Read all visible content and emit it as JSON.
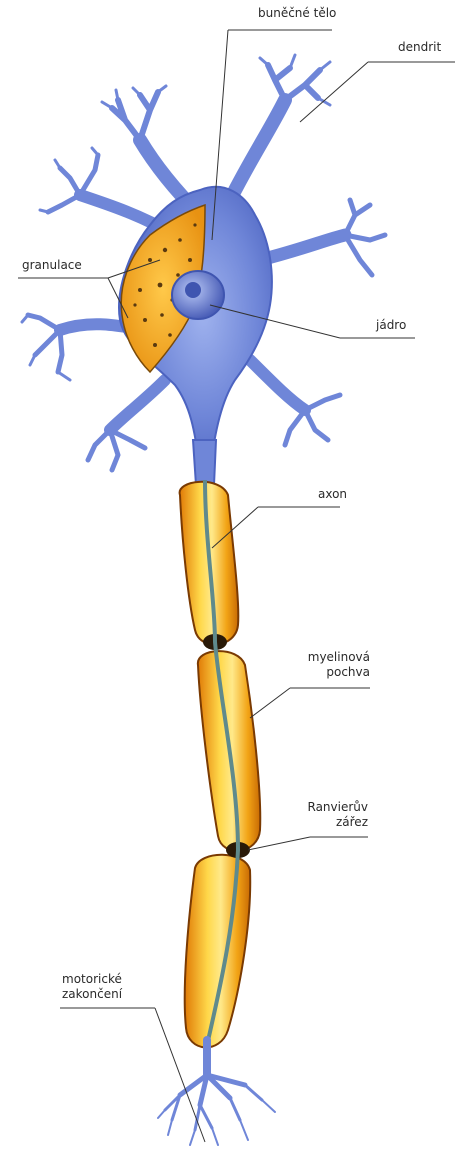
{
  "labels": {
    "cell_body": "buněčné tělo",
    "dendrite": "dendrit",
    "granules": "granulace",
    "nucleus": "jádro",
    "axon": "axon",
    "myelin_1": "myelinová",
    "myelin_2": "pochva",
    "ranvier_1": "Ranvierův",
    "ranvier_2": "zářez",
    "motor_1": "motorické",
    "motor_2": "zakončení"
  },
  "colors": {
    "neuron_blue": "#6f86d8",
    "neuron_dark": "#3f55b0",
    "myelin_orange": "#f2a416",
    "myelin_light": "#ffe066",
    "axon_core": "#5f8a8c",
    "leader_line": "#333333"
  }
}
